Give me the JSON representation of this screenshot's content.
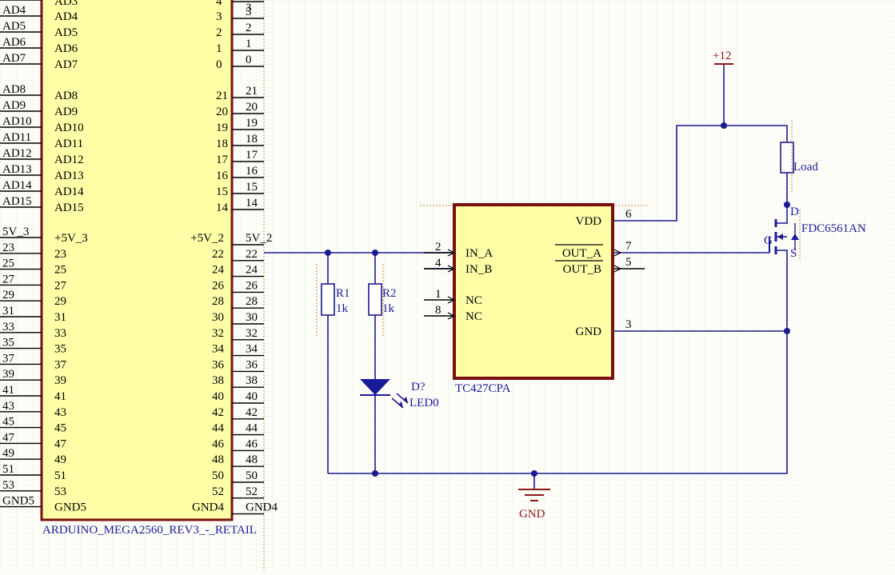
{
  "mega": {
    "name": "ARDUINO_MEGA2560_REV3_-_RETAIL",
    "left_outer": [
      "AD4",
      "AD5",
      "AD6",
      "AD7",
      "AD8",
      "AD9",
      "AD10",
      "AD11",
      "AD12",
      "AD13",
      "AD14",
      "AD15",
      "5V_3",
      "23",
      "25",
      "27",
      "29",
      "31",
      "33",
      "35",
      "37",
      "39",
      "41",
      "43",
      "45",
      "47",
      "49",
      "51",
      "53",
      "GND5"
    ],
    "left_inner_top": "AD3",
    "left_inner": [
      "AD4",
      "AD5",
      "AD6",
      "AD7",
      "AD8",
      "AD9",
      "AD10",
      "AD11",
      "AD12",
      "AD13",
      "AD14",
      "AD15",
      "+5V_3",
      "23",
      "25",
      "27",
      "29",
      "31",
      "33",
      "35",
      "37",
      "39",
      "41",
      "43",
      "45",
      "47",
      "49",
      "51",
      "53",
      "GND5"
    ],
    "inner_num_top": "4",
    "inner_nums": [
      "3",
      "2",
      "1",
      "0",
      "21",
      "20",
      "19",
      "18",
      "17",
      "16",
      "15",
      "14"
    ],
    "right_inner": [
      "+5V_2",
      "22",
      "24",
      "26",
      "28",
      "30",
      "32",
      "34",
      "36",
      "38",
      "40",
      "42",
      "44",
      "46",
      "48",
      "50",
      "52",
      "GND4"
    ],
    "outer_nums_top": [
      "3",
      "2",
      "1",
      "0",
      "21",
      "20",
      "19",
      "18",
      "17",
      "16",
      "15",
      "14"
    ],
    "right_outer": [
      "5V_2",
      "22",
      "24",
      "26",
      "28",
      "30",
      "32",
      "34",
      "36",
      "38",
      "40",
      "42",
      "44",
      "46",
      "48",
      "50",
      "52",
      "GND4"
    ]
  },
  "driver": {
    "name": "TC427CPA",
    "pins_left": [
      {
        "num": "2",
        "label": "IN_A"
      },
      {
        "num": "4",
        "label": "IN_B"
      },
      {
        "num": "1",
        "label": "NC"
      },
      {
        "num": "8",
        "label": "NC"
      }
    ],
    "pins_right": [
      {
        "num": "6",
        "label": "VDD"
      },
      {
        "num": "7",
        "label": "OUT_A"
      },
      {
        "num": "5",
        "label": "OUT_B"
      },
      {
        "num": "3",
        "label": "GND"
      }
    ]
  },
  "r1": {
    "ref": "R1",
    "value": "1k"
  },
  "r2": {
    "ref": "R2",
    "value": "1k"
  },
  "led": {
    "ref": "D?",
    "value": "LED0"
  },
  "load": {
    "label": "Load"
  },
  "mosfet": {
    "name": "FDC6561AN",
    "d": "D",
    "g": "G",
    "s": "S"
  },
  "power": {
    "label": "+12"
  },
  "ground": {
    "label": "GND"
  },
  "colors": {
    "sheet": "#fdfdf8",
    "grid": "#e8e8e4",
    "wire": "#1b1b8f",
    "body": "#ffffa8",
    "body_border": "#7a0f0f",
    "text_blue": "#1b1b9a",
    "text_red": "#8b1a1a"
  }
}
